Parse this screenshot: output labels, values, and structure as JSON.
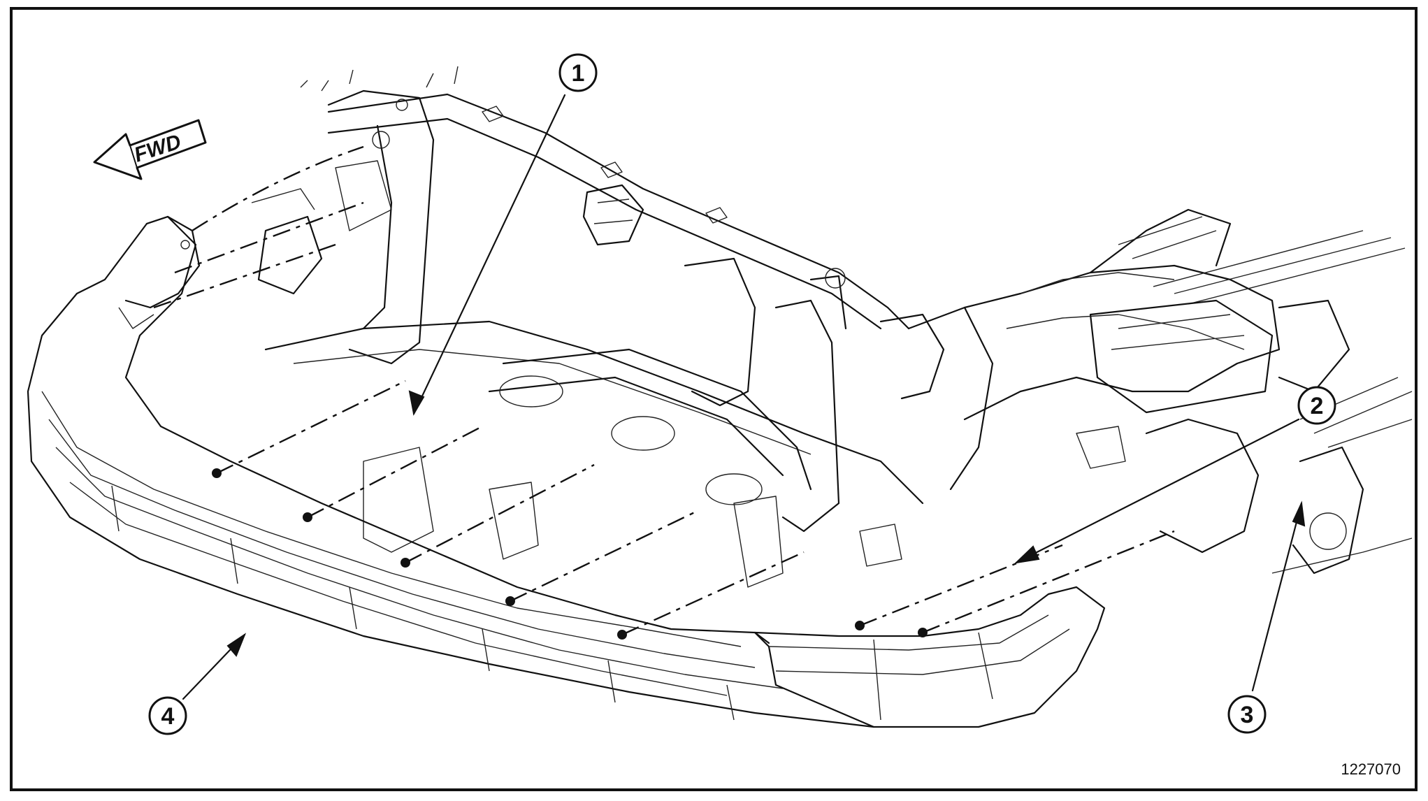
{
  "figure": {
    "id_label": "1227070",
    "direction_label": "FWD"
  },
  "callouts": [
    {
      "number": "1"
    },
    {
      "number": "2"
    },
    {
      "number": "3"
    },
    {
      "number": "4"
    }
  ],
  "colors": {
    "line": "#111111",
    "background": "#ffffff"
  }
}
